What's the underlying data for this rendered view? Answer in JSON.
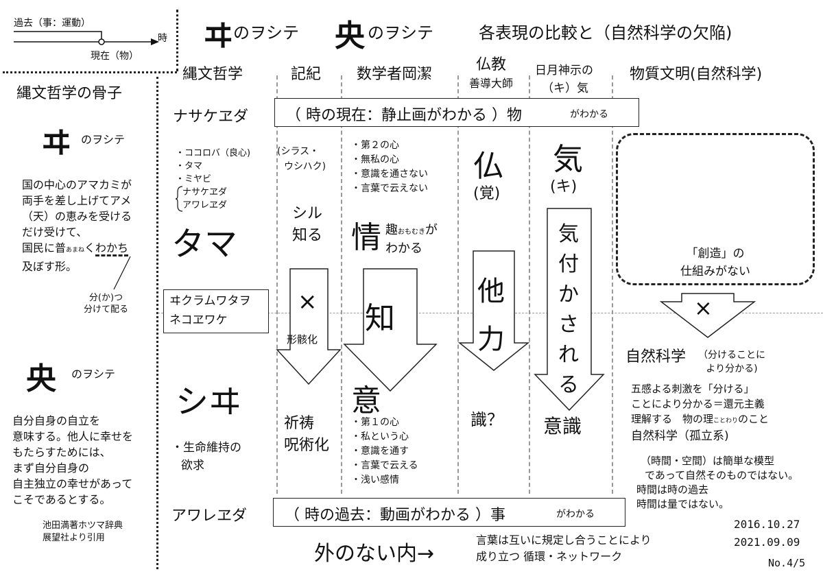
{
  "timeline": {
    "past_label": "過去（事：運動）",
    "time_label": "時",
    "present_label": "現在（物）"
  },
  "header": {
    "glyph_a": "ヰ",
    "glyph_a_suffix": "のヲシテ",
    "glyph_b": "央",
    "glyph_b_suffix": "のヲシテ",
    "title_rest": "各表現の比較と（自然科学の欠陥)"
  },
  "columns": {
    "jomon": "縄文哲学",
    "kiki": "記紀",
    "oka": "数学者岡潔",
    "bukkyo": "仏教",
    "bukkyo_sub": "善導大師",
    "hitsuki": "日月神示の",
    "hitsuki_sub": "（キ）気",
    "busshitsu": "物質文明(自然科学)"
  },
  "left": {
    "heading": "縄文哲学の骨子",
    "glyph_a": "ヰ",
    "glyph_a_label": "のヲシテ",
    "para_a": [
      "国の中心のアマカミが",
      "両手を差し上げてアメ",
      "（天）の恵みを受ける",
      "だけ受けて、",
      "国民に普",
      "あまね",
      "く",
      "わかち",
      "及ぼす形。"
    ],
    "wakachi_note": [
      "分(か)つ",
      "分けて配る"
    ],
    "glyph_b": "央",
    "glyph_b_label": "のヲシテ",
    "para_b": [
      "自分自身の自立を",
      "意味する。他人に幸せを",
      "もたらすためには、",
      "まず自分自身の",
      "自主独立の幸せがあって",
      "こそであるとする。"
    ],
    "citation": [
      "池田満著ホツマ辞典",
      "展望社より引用"
    ]
  },
  "nasakeuda": {
    "label": "ナサケヱダ",
    "box": "（ 時の現在：静止画がわかる ）物",
    "box_small": "がわかる"
  },
  "awareuda": {
    "label": "アワレヱダ",
    "box": "（ 時の過去：動画がわかる ）事",
    "box_small": "がわかる"
  },
  "jomon_col": {
    "list": [
      "・ココロバ（良心)",
      "・タマ",
      "・ミヤビ",
      "ナサケヱダ",
      "アワレヱダ"
    ],
    "tama": "タマ",
    "kuramu_box": [
      "ヰクラムワタヲ",
      "ネコヱワケ"
    ],
    "shii": "シヰ",
    "bottom": [
      "・生命維持の",
      "欲求"
    ]
  },
  "kiki_col": {
    "top": [
      "(シラス・",
      "ウシハク)"
    ],
    "shiru": [
      "シル",
      "知る"
    ],
    "cross": "×",
    "keigai": "形骸化",
    "bottom": [
      "祈祷",
      "呪術化"
    ]
  },
  "oka_col": {
    "top": [
      "・第２の心",
      "・無私の心",
      "・意識を通さない",
      "・言葉で云えない"
    ],
    "jo": "情",
    "jo_text": [
      "趣",
      "おもむき",
      "が",
      "わかる"
    ],
    "chi": "知",
    "i": "意",
    "bottom": [
      "・第１の心",
      "・私という心",
      "・意識を通す",
      "・言葉で云える",
      "・浅い感情"
    ]
  },
  "bukkyo_col": {
    "hotoke": "仏",
    "kaku": "(覚)",
    "ta": "他",
    "riki": "力",
    "shiki": "識？"
  },
  "hitsuki_col": {
    "ki": "気",
    "ki_kana": "(キ)",
    "arrow_text": [
      "気",
      "付",
      "か",
      "さ",
      "れ",
      "る"
    ],
    "ishiki": "意識"
  },
  "busshitsu_col": {
    "souzou": [
      "「創造」の",
      "仕組みがない"
    ],
    "cross": "×",
    "shizen": "自然科学",
    "shizen_sub": [
      "（分けることに",
      "より分かる)"
    ],
    "para": [
      "五感よる刺激を「分ける」",
      "ことにより分かる＝還元主義",
      "理解する　物の理",
      "ことわり",
      "のこと",
      "自然科学（孤立系)"
    ],
    "para2": [
      "（時間・空間）は簡単な模型",
      "であって自然そのものではない。",
      "時間は時の過去",
      "時間は量ではない。"
    ]
  },
  "footer": {
    "soto": "外のない内→",
    "network": [
      "言葉は互いに規定し合うことにより",
      "成り立つ 循環・ネットワーク"
    ],
    "dates": [
      "2016.10.27",
      "2021.09.09"
    ],
    "page": "No.4/5"
  }
}
